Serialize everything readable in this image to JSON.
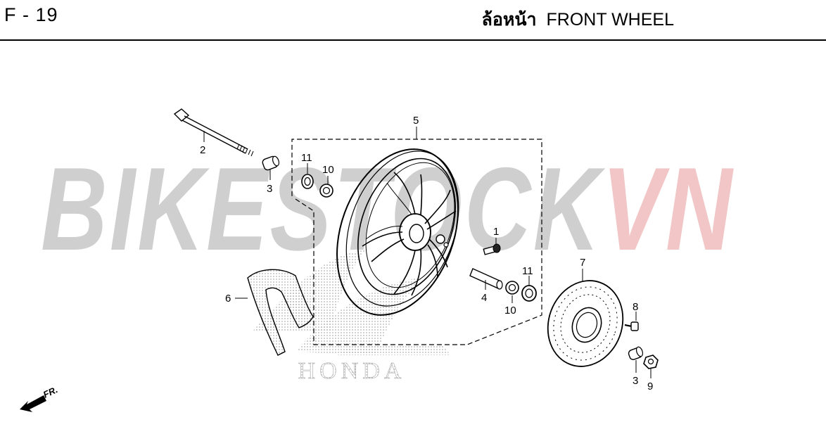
{
  "header": {
    "code": "F - 19",
    "title_thai": "ล้อหน้า",
    "title_en": "FRONT WHEEL"
  },
  "watermark": {
    "part_a": "BIKESTOCK",
    "part_b": "VN",
    "color_a": "#cfcfcf",
    "color_b": "#f2c6c6"
  },
  "brand_mark": "HONDA",
  "direction_label": "FR.",
  "callouts": {
    "c1": "1",
    "c2": "2",
    "c3a": "3",
    "c3b": "3",
    "c4": "4",
    "c5": "5",
    "c6": "6",
    "c7": "7",
    "c8": "8",
    "c9": "9",
    "c10a": "10",
    "c10b": "10",
    "c11a": "11",
    "c11b": "11"
  }
}
